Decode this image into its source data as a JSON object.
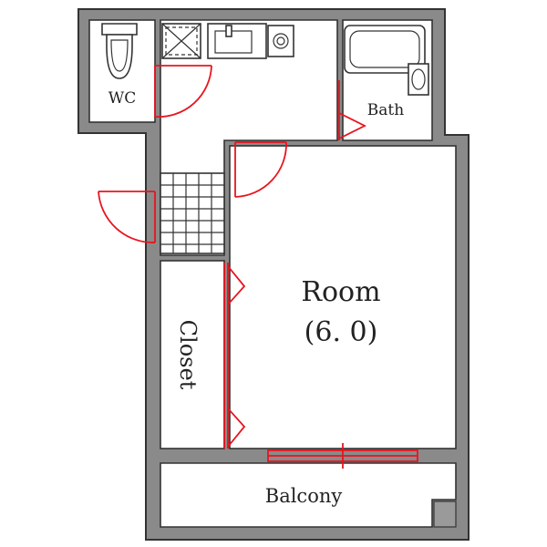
{
  "rooms": {
    "wc": "WC",
    "bath": "Bath",
    "room": "Room",
    "room_size": "(6. 0)",
    "closet": "Closet",
    "balcony": "Balcony"
  },
  "colors": {
    "wall": "#8a8a8a",
    "outline": "#333333",
    "door": "#e8141e",
    "floor": "#ffffff"
  }
}
